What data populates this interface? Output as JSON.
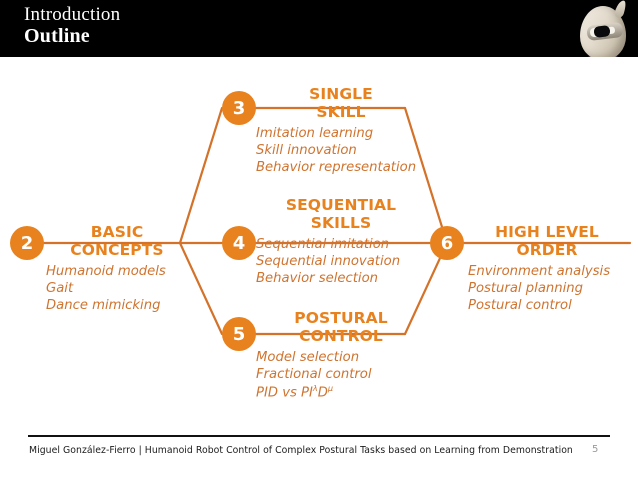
{
  "slide": {
    "eyebrow": "Introduction",
    "title": "Outline",
    "accent_color": "#e8821e",
    "body_text_color": "#cf7430",
    "header_background": "#000000",
    "header_text_color": "#ffffff"
  },
  "header_image": {
    "name": "robot-head-photo",
    "description": "Humanoid robot head"
  },
  "diagram": {
    "type": "radial-outline-map",
    "nodes": [
      {
        "number": "2",
        "title": "BASIC\nCONCEPTS",
        "items": [
          "Humanoid models",
          "Gait",
          "Dance mimicking"
        ]
      },
      {
        "number": "3",
        "title": "SINGLE\nSKILL",
        "items": [
          "Imitation learning",
          "Skill innovation",
          "Behavior representation"
        ]
      },
      {
        "number": "4",
        "title": "SEQUENTIAL\nSKILLS",
        "items": [
          "Sequential imitation",
          "Sequential innovation",
          "Behavior selection"
        ]
      },
      {
        "number": "5",
        "title": "POSTURAL\nCONTROL",
        "items": [
          "Model selection",
          "Fractional control",
          "PID vs  PIλDμ"
        ]
      },
      {
        "number": "6",
        "title": "HIGH LEVEL\nORDER",
        "items": [
          "Environment analysis",
          "Postural planning",
          "Postural control"
        ]
      }
    ],
    "postural_formula": {
      "base": "PID vs  PI",
      "sup1": "λ",
      "mid": "D",
      "sup2": "μ"
    }
  },
  "footer": {
    "text": "Miguel González-Fierro  |  Humanoid Robot Control of Complex Postural Tasks based on Learning from Demonstration",
    "page": "5"
  }
}
